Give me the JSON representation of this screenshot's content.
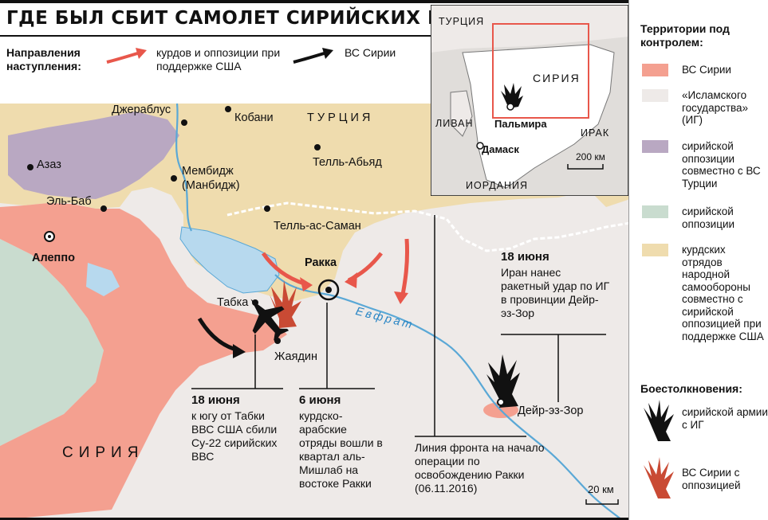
{
  "title": "ГДЕ БЫЛ СБИТ САМОЛЕТ СИРИЙСКИХ ВВС",
  "directions": {
    "heading": "Направления наступления:",
    "kurds": "курдов и оппозиции при поддержке США",
    "syria": "ВС Сирии"
  },
  "places": {
    "jerablus": "Джераблус",
    "kobani": "Кобани",
    "turkey": "ТУРЦИЯ",
    "azaz": "Азаз",
    "manbij": "Мембидж (Манбидж)",
    "tell_abyad": "Телль-Абьяд",
    "al_bab": "Эль-Баб",
    "tell_saman": "Телль-ас-Саман",
    "aleppo": "Алеппо",
    "raqqa": "Ракка",
    "tabqa": "Табка",
    "euphrates": "Евфрат",
    "zhayadin": "Жаядин",
    "deir": "Дейр-эз-Зор",
    "syria": "СИРИЯ"
  },
  "notes": {
    "shootdown_date": "18 июня",
    "shootdown_text": "к югу от Табки ВВС США сбили Су-22 сирийских ВВС",
    "mishlab_date": "6 июня",
    "mishlab_text": "курдско-арабские отряды вошли в квартал аль-Мишлаб на востоке Ракки",
    "frontline": "Линия фронта на начало операции по освобождению Ракки (06.11.2016)",
    "iran_date": "18 июня",
    "iran_text": "Иран нанес ракетный удар по ИГ в провинции Дейр-эз-Зор",
    "scale": "20 км"
  },
  "inset": {
    "turkey": "ТУРЦИЯ",
    "syria": "СИРИЯ",
    "lebanon": "ЛИВАН",
    "palmyra": "Пальмира",
    "iraq": "ИРАК",
    "damascus": "Дамаск",
    "scale": "200 км",
    "jordan": "ИОРДАНИЯ"
  },
  "legend": {
    "heading": "Территории под контролем:",
    "items": [
      {
        "label": "ВС Сирии",
        "color": "#f4a090"
      },
      {
        "label": "«Исламского государства» (ИГ)",
        "color": "#eeeae8"
      },
      {
        "label": "сирийской оппозиции совместно с ВС Турции",
        "color": "#b9a8c2"
      },
      {
        "label": "сирийской оппозиции",
        "color": "#c9dccf"
      },
      {
        "label": "курдских отрядов народной самообороны совместно с сирийской оппозицией при поддержке США",
        "color": "#efdcae"
      }
    ],
    "clash_heading": "Боестолкновения:",
    "clash_items": [
      {
        "label": "сирийской армии с ИГ",
        "color": "#111111"
      },
      {
        "label": "ВС Сирии с оппозицией",
        "color": "#c94a34"
      }
    ]
  },
  "colors": {
    "kurd_arrow": "#e8574b",
    "syria_arrow": "#111111",
    "river": "#5aa8d6",
    "water": "#b7d9ee"
  }
}
